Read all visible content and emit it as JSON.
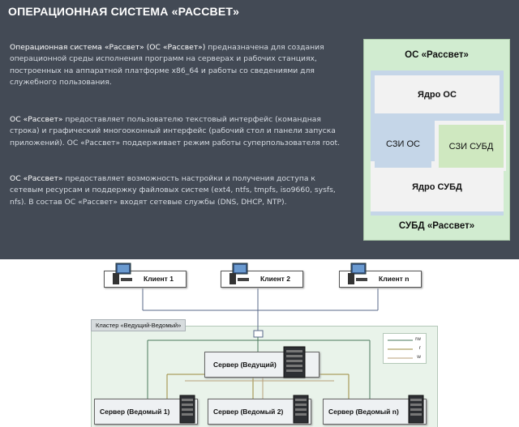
{
  "page_title": "ОПЕРАЦИОННАЯ СИСТЕМА «РАССВЕТ»",
  "paragraphs": {
    "p1_bold": "Операционная система «Рассвет» (ОС «Рассвет»)",
    "p1_line1_rest": " предназначена для создания",
    "p1_line2": "операционной среды исполнения программ на серверах и рабочих станциях,",
    "p1_line3": "построенных на аппаратной платформе x86_64 и работы со сведениями для",
    "p1_line4": "служебного пользования.",
    "p2_bold": "ОС «Рассвет»",
    "p2_line1_rest": " предоставляет пользователю текстовый интерфейс (командная",
    "p2_line2": "строка) и графический многооконный интерфейс (рабочий стол и панели запуска",
    "p2_line3": "приложений). ОС «Рассвет» поддерживает режим работы суперпользователя root.",
    "p3_bold": "ОС «Рассвет»",
    "p3_line1_rest": " предоставляет возможность настройки и получения доступа к",
    "p3_line2": "сетевым ресурсам и поддержку файловых систем (ext4, ntfs, tmpfs, iso9660, sysfs,",
    "p3_line3": "nfs). В состав ОС «Рассвет» входят сетевые службы (DNS, DHCP, NTP)."
  },
  "architecture": {
    "os_title": "ОС «Рассвет»",
    "kernel_os": "Ядро ОС",
    "szi_os": "СЗИ ОС",
    "szi_dbms": "СЗИ СУБД",
    "kernel_dbms": "Ядро СУБД",
    "dbms_title": "СУБД «Рассвет»"
  },
  "network": {
    "clients": [
      "Клиент 1",
      "Клиент 2",
      "Клиент n"
    ],
    "cluster_label": "Кластер «Ведущий-Ведомый»",
    "master": "Сервер (Ведущий)",
    "slaves": [
      "Сервер (Ведомый 1)",
      "Сервер (Ведомый 2)",
      "Сервер (Ведомый n)"
    ],
    "legend": [
      {
        "label": "rw",
        "color": "#4a7a5c"
      },
      {
        "label": "r",
        "color": "#9a8a3c"
      },
      {
        "label": "w",
        "color": "#b8a07a"
      }
    ]
  },
  "colors": {
    "page_bg": "#434a55",
    "arch_bg": "#d1ecd0",
    "os_blue": "#c5d6e8",
    "dbms_green": "#cfe8c0",
    "cluster_bg": "#e9f3ea"
  }
}
